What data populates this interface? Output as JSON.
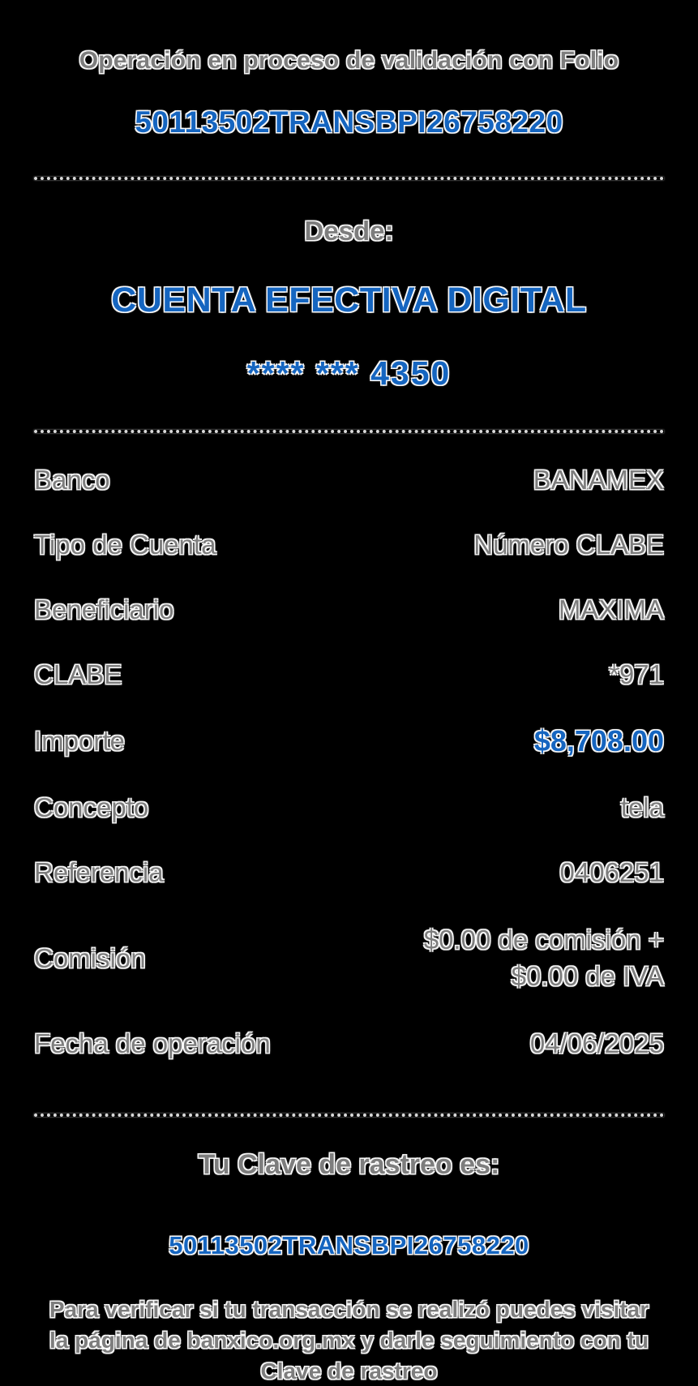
{
  "header": {
    "status_text": "Operación en proceso de validación con Folio",
    "folio": "50113502TRANSBPI26758220"
  },
  "source": {
    "label": "Desde:",
    "account_name": "CUENTA EFECTIVA DIGITAL",
    "account_mask": "**** *** 4350"
  },
  "details": {
    "rows": [
      {
        "label": "Banco",
        "value": "BANAMEX"
      },
      {
        "label": "Tipo de Cuenta",
        "value": "Número CLABE"
      },
      {
        "label": "Beneficiario",
        "value": "MAXIMA"
      },
      {
        "label": "CLABE",
        "value": "*971"
      },
      {
        "label": "Importe",
        "value": "$8,708.00"
      },
      {
        "label": "Concepto",
        "value": "tela"
      },
      {
        "label": "Referencia",
        "value": "0406251"
      },
      {
        "label": "Comisión",
        "value_line1": "$0.00 de comisión +",
        "value_line2": "$0.00 de IVA"
      },
      {
        "label": "Fecha de operación",
        "value": "04/06/2025"
      }
    ]
  },
  "tracking": {
    "title": "Tu Clave de rastreo es:",
    "code": "50113502TRANSBPI26758220"
  },
  "footer": {
    "text_before": "Para verificar si tu transacción se realizó puedes visitar la página de ",
    "link": "banxico.org.mx",
    "text_after": " y darle seguimiento con tu Clave de rastreo"
  },
  "colors": {
    "accent_blue": "#1565c0",
    "label_gray": "#7d7d7d",
    "background": "#000000"
  }
}
